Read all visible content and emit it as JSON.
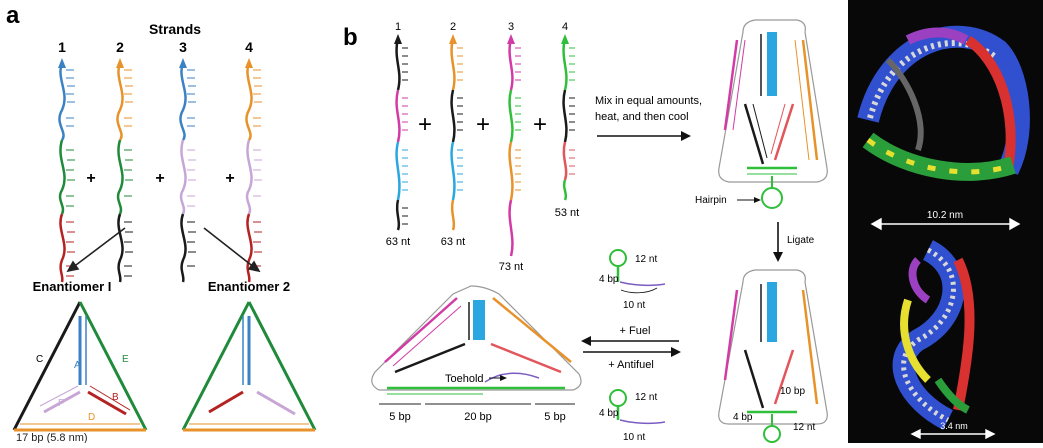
{
  "colors": {
    "blue": "#3b82c4",
    "green": "#1f8a3a",
    "red": "#b52222",
    "orange": "#e8922a",
    "lilac": "#c7a6d6",
    "black": "#1a1a1a",
    "magenta": "#d23ba6",
    "cyan": "#2aa7e0",
    "bright_green": "#2fbf3a",
    "purple": "#7a5cc2",
    "salmon": "#e2555a",
    "grey": "#777777"
  },
  "panel_a": {
    "letter": "a",
    "strands_heading": "Strands",
    "strand_numbers": [
      "1",
      "2",
      "3",
      "4"
    ],
    "plus": "+",
    "enantiomer_1": "Enantiomer I",
    "enantiomer_2": "Enantiomer 2",
    "edge_labels": [
      "A",
      "B",
      "C",
      "D",
      "E",
      "F"
    ],
    "edge_length": "17 bp (5.8 nm)"
  },
  "panel_b": {
    "letter": "b",
    "strand_numbers": [
      "1",
      "2",
      "3",
      "4"
    ],
    "strand_lengths": [
      "63 nt",
      "63 nt",
      "73 nt",
      "53 nt"
    ],
    "plus": "+",
    "mix_text_line1": "Mix in equal amounts,",
    "mix_text_line2": "heat, and then cool",
    "hairpin": "Hairpin",
    "ligate": "Ligate",
    "fuel": "+ Fuel",
    "antifuel": "+ Antifuel",
    "toehold": "Toehold",
    "segments": [
      "5 bp",
      "20 bp",
      "5 bp"
    ],
    "fuel_stem": "4 bp",
    "fuel_loop": "12 nt",
    "fuel_tail": "10 nt",
    "closed_stem": "10 bp",
    "closed_hairpin_stem": "4 bp",
    "closed_hairpin_loop": "12 nt"
  },
  "panel_c": {
    "width_top": "10.2 nm",
    "width_bottom": "3.4 nm"
  }
}
